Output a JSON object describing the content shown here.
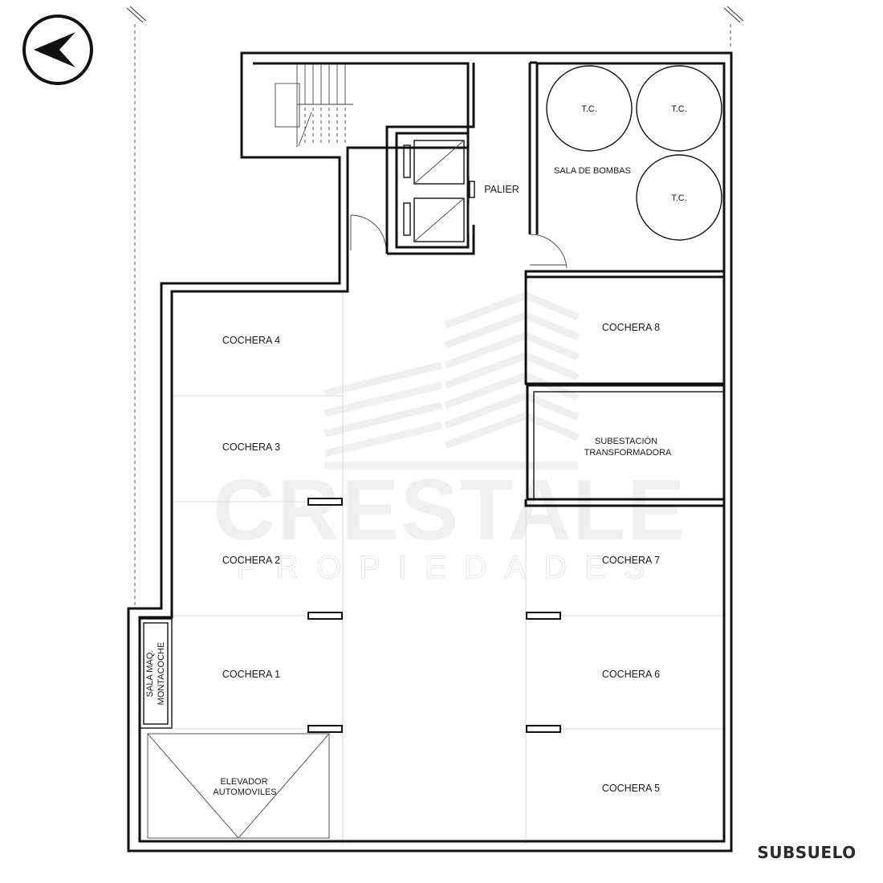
{
  "floor_title": "SUBSUELO",
  "watermark": {
    "brand": "CRESTALE",
    "sub": "PROPIEDADES"
  },
  "rooms": {
    "palier": "PALIER",
    "sala_bombas": "SALA DE BOMBAS",
    "tanks": [
      "T.C.",
      "T.C.",
      "T.C."
    ],
    "cochera_1": "COCHERA 1",
    "cochera_2": "COCHERA 2",
    "cochera_3": "COCHERA 3",
    "cochera_4": "COCHERA 4",
    "cochera_5": "COCHERA 5",
    "cochera_6": "COCHERA 6",
    "cochera_7": "COCHERA 7",
    "cochera_8": "COCHERA 8",
    "subestacion": [
      "SUBESTACIÓN",
      "TRANSFORMADORA"
    ],
    "elevador": [
      "ELEVADOR",
      "AUTOMOVILES"
    ],
    "sala_maq": [
      "SALA MAQ.",
      "MONTACOCHE"
    ]
  },
  "icons": {
    "north": "north-arrow-icon"
  }
}
